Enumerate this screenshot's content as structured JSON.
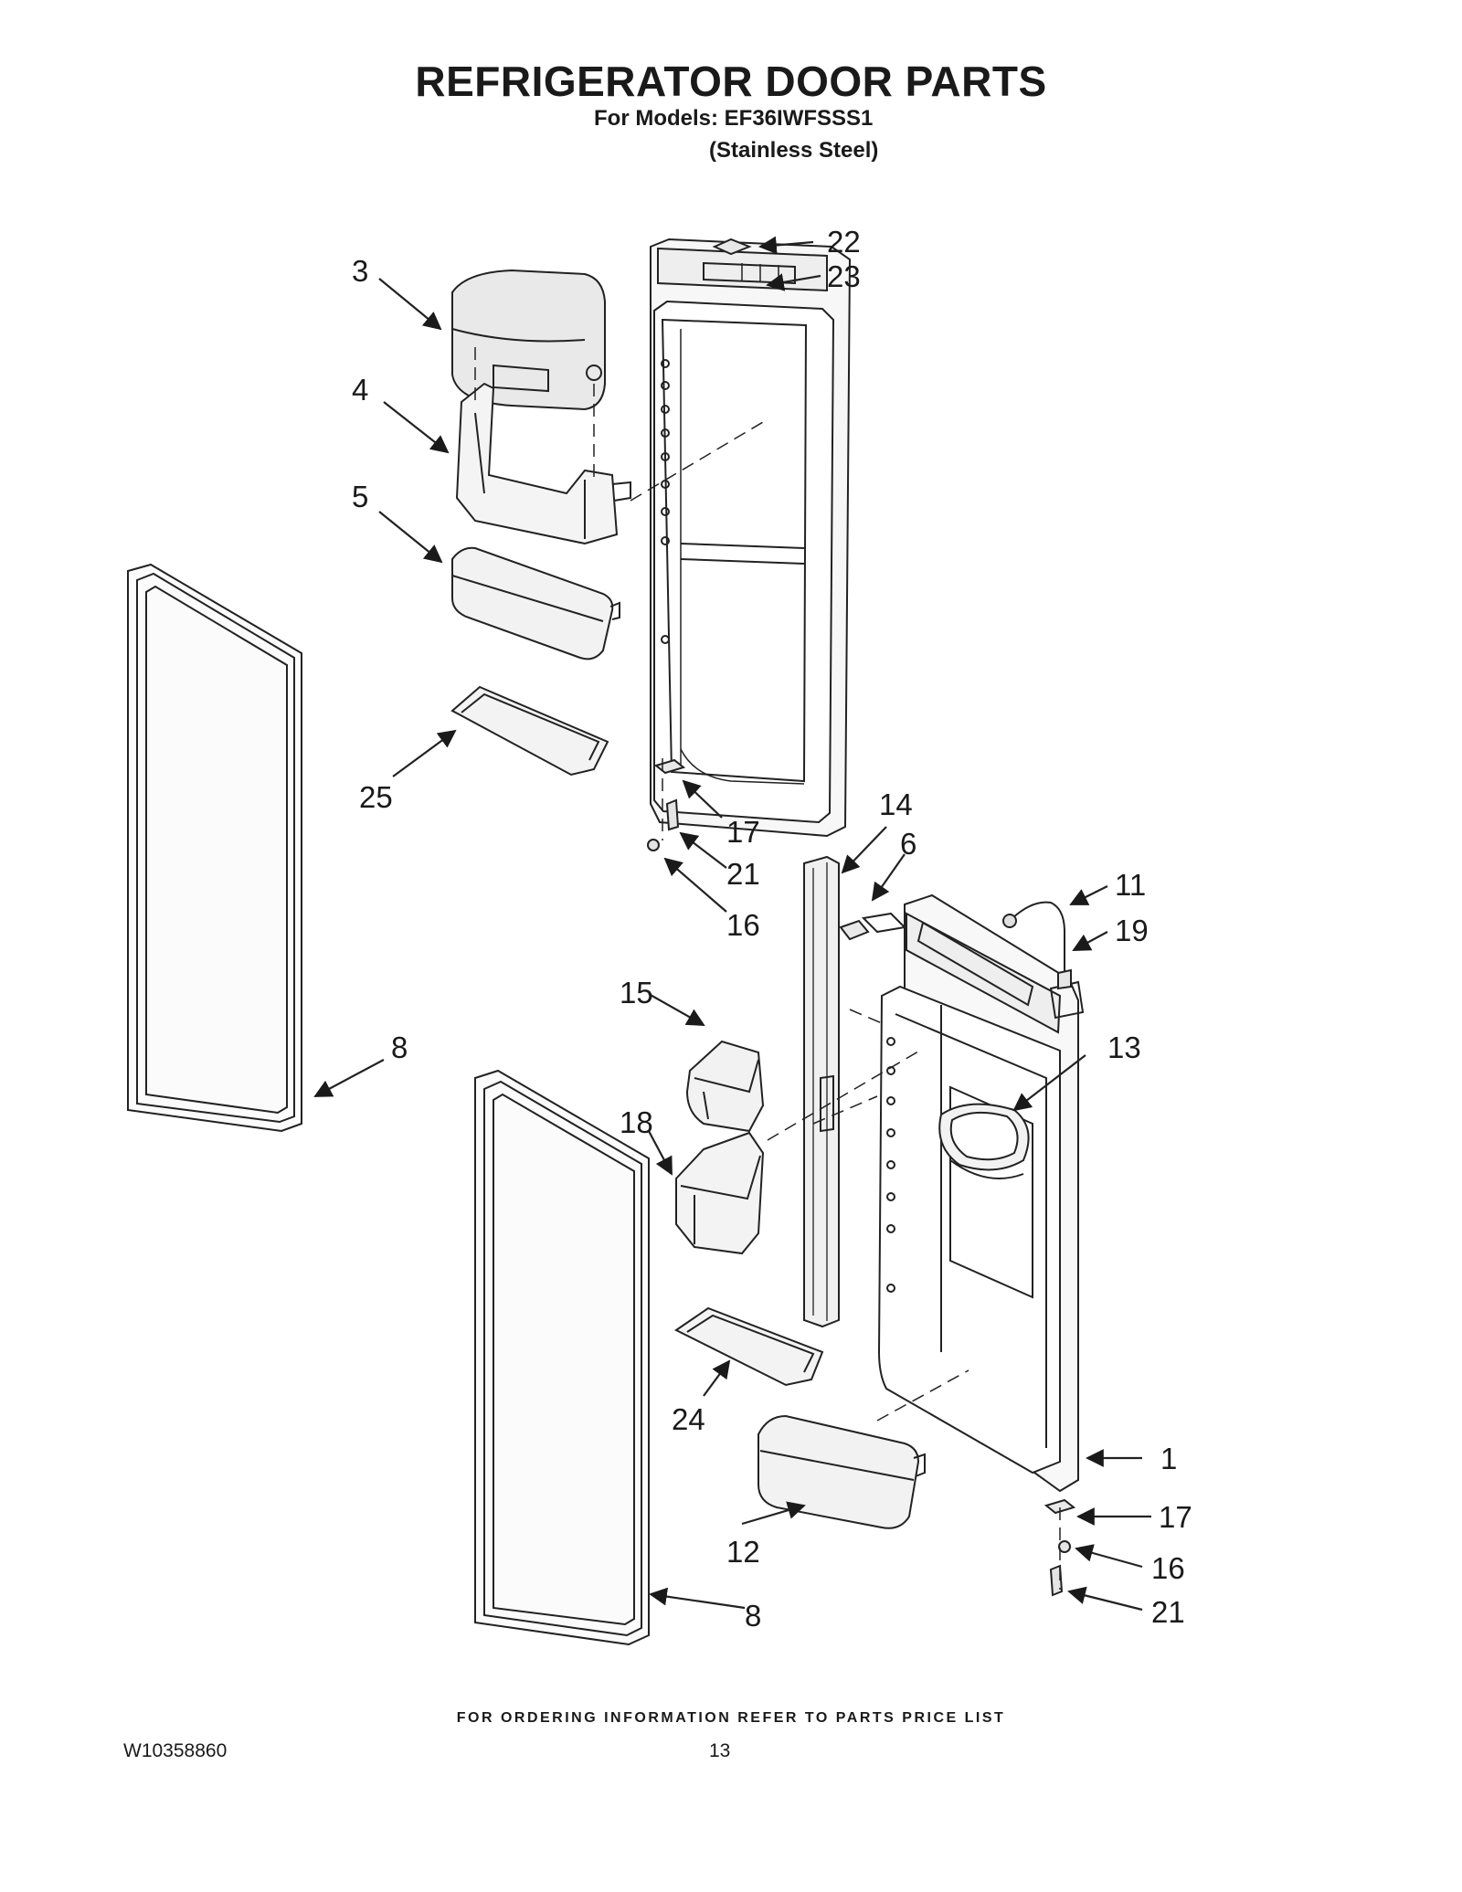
{
  "header": {
    "title": "REFRIGERATOR DOOR PARTS",
    "models_line": "For Models: EF36IWFSSS1",
    "finish_line": "(Stainless Steel)"
  },
  "callouts": {
    "c22": "22",
    "c23": "23",
    "c3": "3",
    "c4": "4",
    "c5": "5",
    "c25": "25",
    "c17a": "17",
    "c21a": "21",
    "c16a": "16",
    "c14": "14",
    "c6": "6",
    "c11": "11",
    "c19": "19",
    "c8a": "8",
    "c15": "15",
    "c18": "18",
    "c13": "13",
    "c24": "24",
    "c1": "1",
    "c12": "12",
    "c17b": "17",
    "c16b": "16",
    "c21b": "21",
    "c8b": "8"
  },
  "footer": {
    "ordering_note": "FOR ORDERING INFORMATION REFER TO PARTS PRICE LIST",
    "document_number": "W10358860",
    "page_number": "13"
  }
}
